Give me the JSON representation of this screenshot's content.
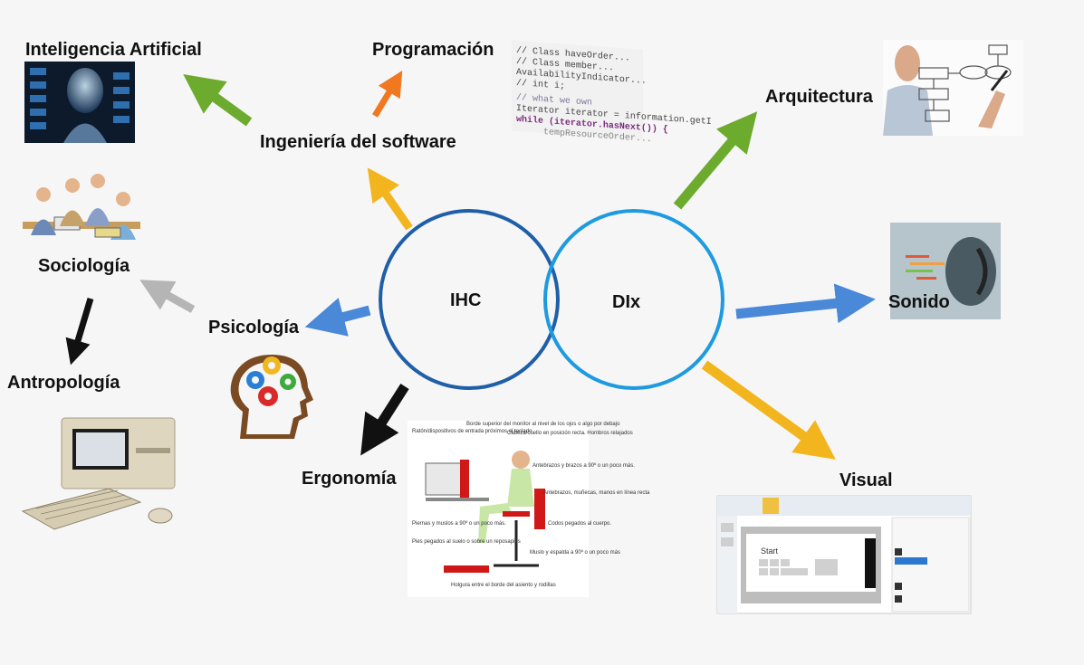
{
  "center": {
    "left": "IHC",
    "right": "DIx"
  },
  "nodes": {
    "ai": "Inteligencia Artificial",
    "programming": "Programación",
    "software_eng": "Ingeniería del software",
    "architecture": "Arquitectura",
    "sociology": "Sociología",
    "psychology": "Psicología",
    "anthropology": "Antropología",
    "sound": "Sonido",
    "ergonomics": "Ergonomía",
    "visual": "Visual"
  },
  "code_snippet": {
    "lines": [
      "// Class haveOrder...",
      "// Class member...",
      "AvailabilityIndicator...",
      "// int i;",
      "// what we own",
      "Iterator iterator = information.getI",
      "while (iterator.hasNext()) {",
      "tempResourceOrder..."
    ]
  },
  "ergonomics_notes": [
    "Ratón/dispositivos de entrada próximos al teclado",
    "Borde superior del monitor al nivel de los ojos o algo por debajo",
    "Cabeza/cuello en posición recta. Hombros relajados",
    "Antebrazos y brazos a 90º o un poco más.",
    "Antebrazos, muñecas, manos en línea recta",
    "Codos pegados al cuerpo.",
    "Piernas y muslos a 90º o un poco más.",
    "Pies pegados al suelo o sobre un reposapiés",
    "Muslo y espalda a 90º o un poco más",
    "Holgura entre el borde del asiento y rodillas"
  ],
  "visual_screen": {
    "start_label": "Start"
  },
  "colors": {
    "ihc_circle": "#1f5fa8",
    "dix_circle": "#1e9ae0",
    "arrow_green": "#6cab2e",
    "arrow_orange": "#f07820",
    "arrow_yellow": "#f2b51e",
    "arrow_blue": "#4a88d8",
    "arrow_gray": "#b5b5b5",
    "arrow_black": "#111111"
  }
}
